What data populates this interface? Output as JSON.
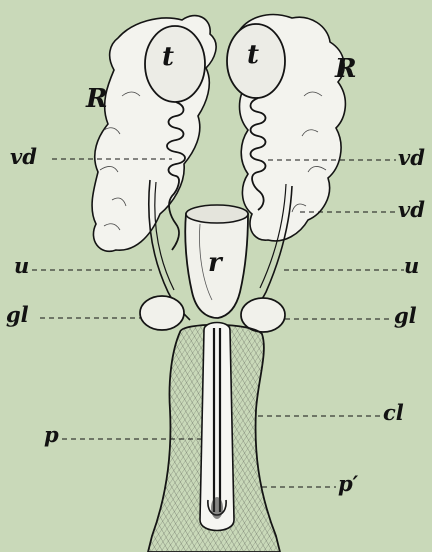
{
  "figure": {
    "background_color": "#c9d9b9",
    "ink_color": "#121212",
    "labels": {
      "t_left": "t",
      "t_right": "t",
      "R_left": "R",
      "R_right": "R",
      "vd_left": "vd",
      "vd_right_upper": "vd",
      "vd_right_lower": "vd",
      "u_left": "u",
      "u_right": "u",
      "r": "r",
      "gl_left": "gl",
      "gl_right": "gl",
      "cl": "cl",
      "p": "p",
      "p_prime": "p′"
    }
  }
}
